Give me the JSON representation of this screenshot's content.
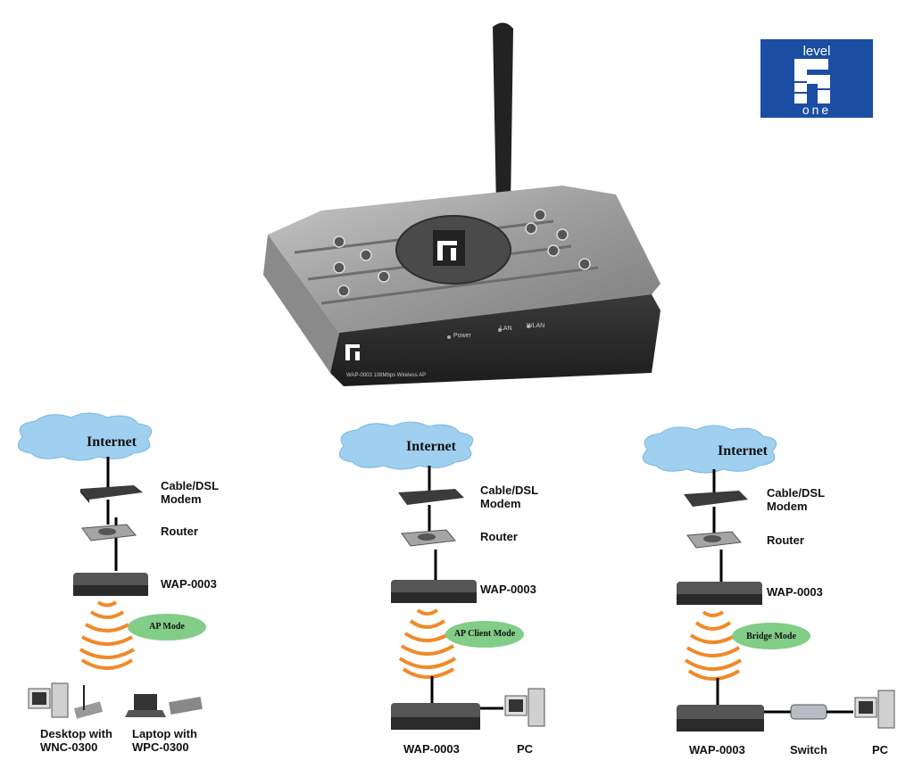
{
  "brand": {
    "line1": "level",
    "line2": "one"
  },
  "product": {
    "led_power": "Power",
    "led_lan": "LAN",
    "led_wlan": "WLAN",
    "model_text": "WAP-0003 108Mbps Wireless AP"
  },
  "diagrams": [
    {
      "cloud": "Internet",
      "modem": "Cable/DSL\nModem",
      "router": "Router",
      "ap": "WAP-0003",
      "mode": "AP Mode",
      "client1": "Desktop with\nWNC-0300",
      "client2": "Laptop with\nWPC-0300"
    },
    {
      "cloud": "Internet",
      "modem": "Cable/DSL\nModem",
      "router": "Router",
      "ap": "WAP-0003",
      "mode": "AP Client Mode",
      "client1": "WAP-0003",
      "client2": "PC"
    },
    {
      "cloud": "Internet",
      "modem": "Cable/DSL\nModem",
      "router": "Router",
      "ap": "WAP-0003",
      "mode": "Bridge Mode",
      "client1": "WAP-0003",
      "client2": "Switch",
      "client3": "PC"
    }
  ]
}
